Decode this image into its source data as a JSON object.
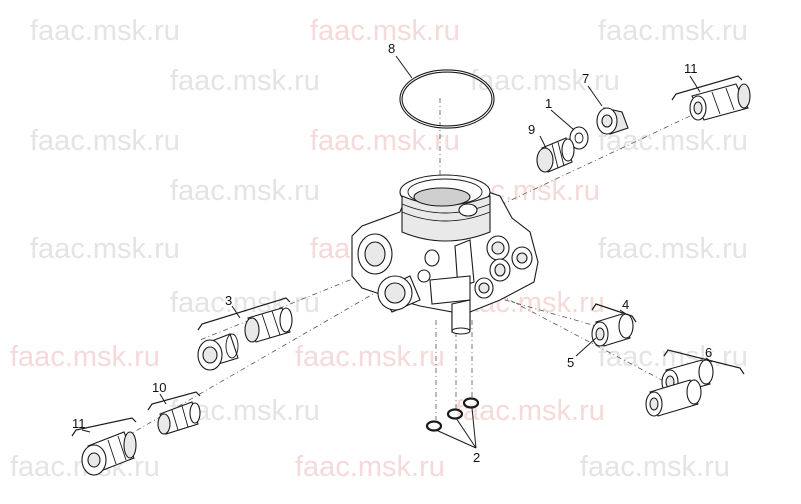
{
  "watermark": {
    "text": "faac.msk.ru",
    "colors": {
      "gray": "#e4e4e4",
      "pink": "#f6d9d9"
    }
  },
  "callouts": {
    "p1": "1",
    "p2": "2",
    "p3": "3",
    "p4": "4",
    "p5": "5",
    "p6": "6",
    "p7": "7",
    "p8": "8",
    "p9": "9",
    "p10": "10",
    "p11_top": "11",
    "p11_bottom": "11"
  }
}
